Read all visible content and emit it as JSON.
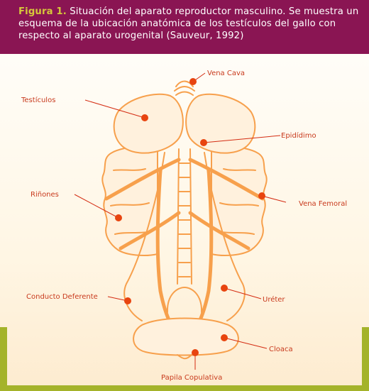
{
  "caption": {
    "figure_label": "Figura 1.",
    "text": "Situación del aparato reproductor masculino. Se muestra un esquema de la ubicación anatómica de los testículos del gallo con respecto al aparato urogenital (Sauveur, 1992)"
  },
  "labels": {
    "vena_cava": "Vena Cava",
    "testiculos": "Testículos",
    "epididimo": "Epidídimo",
    "rinones": "Riñones",
    "vena_femoral": "Vena Femoral",
    "conducto_deferente": "Conducto Deferente",
    "ureter": "Uréter",
    "cloaca": "Cloaca",
    "papila_copulativa": "Papila Copulativa"
  },
  "colors": {
    "header_bg": "#8a1553",
    "figure_label": "#d6c83a",
    "accent_bar": "#a4b32a",
    "organ_outline": "#f7a04c",
    "label_text": "#c83a1d",
    "leader_dot": "#e8440f"
  }
}
